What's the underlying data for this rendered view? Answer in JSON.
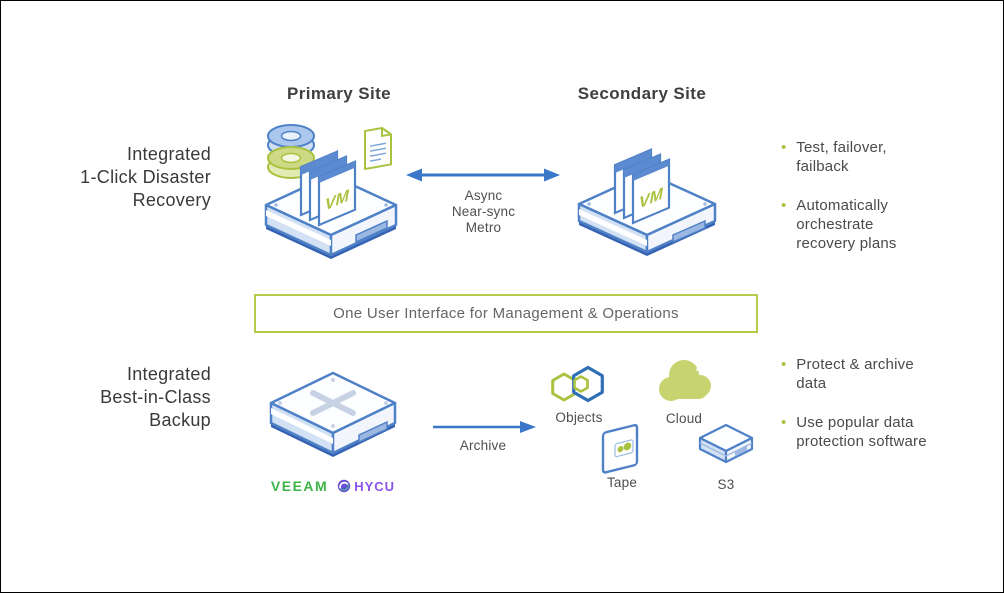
{
  "ui": {
    "bullet_char": "•"
  },
  "colors": {
    "arrow_blue": "#3a77c8",
    "device_outline_blue": "#4f81c7",
    "device_fill_light_blue": "#d3e1f4",
    "accent_green": "#a9c23f",
    "cloud_green": "#c6d36e",
    "banner_border_green": "#b5c94b",
    "veeam_green": "#3fb549",
    "hycu_purple": "#8a52e8",
    "text_dark": "#3d3d3d"
  },
  "dr_section": {
    "row_label": "Integrated\n1-Click Disaster\nRecovery",
    "primary_site_title": "Primary Site",
    "secondary_site_title": "Secondary Site",
    "vm_badge": "VM",
    "replication_arrow_label": "Async\nNear-sync\nMetro",
    "bullets": [
      "Test, failover,\nfailback",
      "Automatically\norchestrate\nrecovery plans"
    ]
  },
  "banner": {
    "label": "One User Interface for Management & Operations"
  },
  "backup_section": {
    "row_label": "Integrated\nBest-in-Class\nBackup",
    "vendor_logos": [
      "veeam",
      "HYCU"
    ],
    "archive_arrow_label": "Archive",
    "targets": [
      {
        "label": "Objects"
      },
      {
        "label": "Cloud"
      },
      {
        "label": "Tape"
      },
      {
        "label": "S3"
      }
    ],
    "bullets": [
      "Protect & archive\ndata",
      "Use popular data\nprotection software"
    ]
  }
}
